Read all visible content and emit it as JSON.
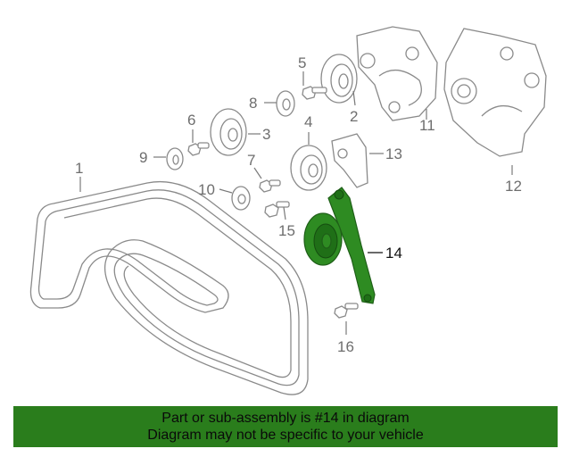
{
  "callouts": {
    "c1": "1",
    "c2": "2",
    "c3": "3",
    "c4": "4",
    "c5": "5",
    "c6": "6",
    "c7": "7",
    "c8": "8",
    "c9": "9",
    "c10": "10",
    "c11": "11",
    "c12": "12",
    "c13": "13",
    "c14": "14",
    "c15": "15",
    "c16": "16"
  },
  "highlight_color": "#2e8b22",
  "banner": {
    "line1": "Part or sub-assembly is #14 in diagram",
    "line2": "Diagram may not be specific to your vehicle",
    "color": "#2a7d1c"
  }
}
